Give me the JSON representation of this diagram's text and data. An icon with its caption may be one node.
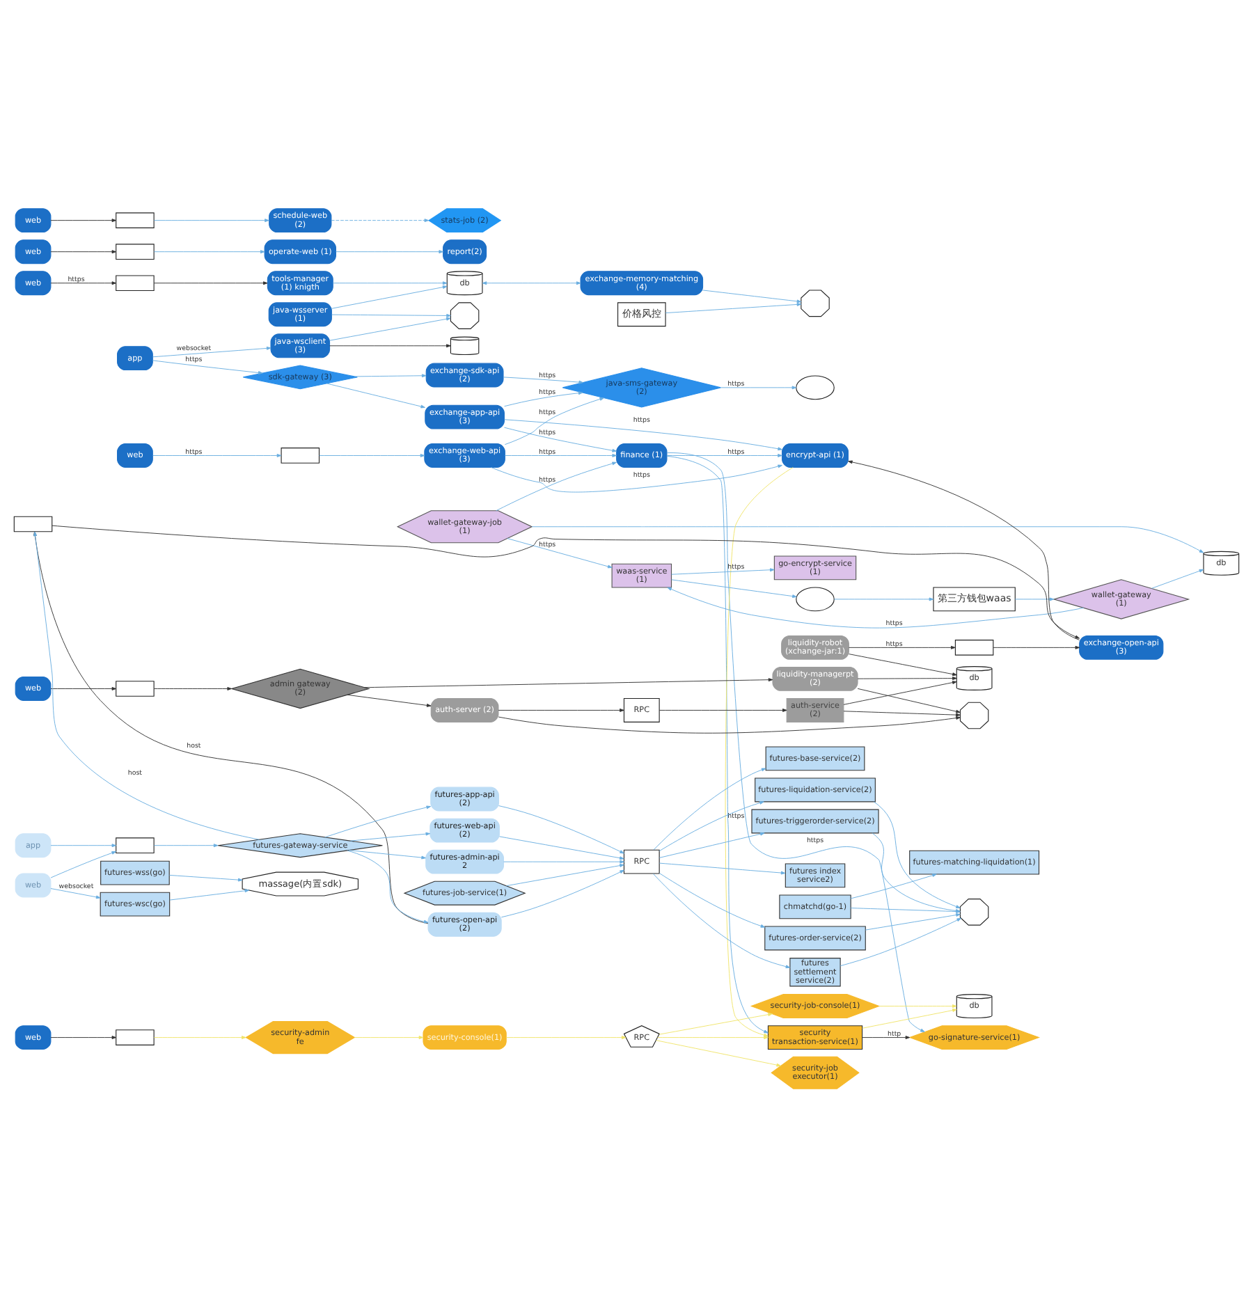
{
  "diagram": {
    "nodes": [
      {
        "text": [
          "web"
        ]
      },
      {
        "text": [],
        "shape": "box"
      },
      {
        "text": [
          "tools-manager (1) knigth"
        ]
      },
      {
        "text": [],
        "shape": "cylinder"
      },
      {
        "text": [
          "app"
        ]
      },
      {
        "text": [
          "java-wsclient (3)"
        ]
      },
      {
        "text": [],
        "shape": "octagon"
      },
      {
        "text": [
          "java-wsserver (1)"
        ]
      },
      {
        "text": [
          "db"
        ]
      },
      {
        "text": [
          "exchange-memory-matching (4)"
        ]
      },
      {
        "text": [],
        "shape": "octagon"
      },
      {
        "text": [
          "价格风控"
        ]
      },
      {
        "text": [
          "sdk-gateway (3)"
        ]
      },
      {
        "text": [
          "exchange-sdk-api (2)"
        ]
      },
      {
        "text": [
          "java-sms-gateway (2)"
        ]
      },
      {
        "text": [],
        "shape": "cloud"
      },
      {
        "text": [
          "exchange-app-api (3)"
        ]
      },
      {
        "text": [
          "finance (1)"
        ]
      },
      {
        "text": [
          "wallet-gateway-job (1)"
        ]
      },
      {
        "text": [
          "db"
        ]
      },
      {
        "text": [
          "web"
        ]
      },
      {
        "text": [],
        "shape": "box"
      },
      {
        "text": [
          "exchange-web-api (3)"
        ]
      },
      {
        "text": [
          "encrypt-api (1)"
        ]
      },
      {
        "text": [
          "go-encrypt-service (1)"
        ]
      },
      {
        "text": [
          "waas-service (1)"
        ]
      },
      {
        "text": [],
        "shape": "cloud"
      },
      {
        "text": [
          "wallet-gateway (1)"
        ]
      },
      {
        "text": [
          "第三方钱包waas"
        ]
      },
      {
        "text": [
          "web"
        ]
      },
      {
        "text": [],
        "shape": "box"
      },
      {
        "text": [
          "operate-web (1)"
        ]
      },
      {
        "text": [
          "report(2)"
        ]
      },
      {
        "text": [
          "web"
        ]
      },
      {
        "text": [],
        "shape": "box"
      },
      {
        "text": [
          "schedule-web (2)"
        ]
      },
      {
        "text": [
          "stats-job (2)"
        ]
      },
      {
        "text": [
          "security transaction-service(1)"
        ]
      },
      {
        "text": [
          "go-signature-service(1)"
        ]
      },
      {
        "text": [
          "web"
        ]
      },
      {
        "text": [],
        "shape": "box"
      },
      {
        "text": [
          "security-admin fe"
        ]
      },
      {
        "text": [
          "security-console(1)"
        ]
      },
      {
        "text": [
          "RPC"
        ]
      },
      {
        "text": [
          "security-job executor(1)"
        ]
      },
      {
        "text": [
          "db"
        ]
      },
      {
        "text": [
          "security-job-console(1)"
        ]
      },
      {
        "text": [
          "exchange-open-api (3)"
        ]
      },
      {
        "text": [],
        "shape": "box"
      },
      {
        "text": [
          "liquidity-robot (xchange-jar:1)"
        ]
      },
      {
        "text": [
          "liquidity-managerpt (2)"
        ]
      },
      {
        "text": [
          "db"
        ]
      },
      {
        "text": [],
        "shape": "octagon"
      },
      {
        "text": [
          "web"
        ]
      },
      {
        "text": [],
        "shape": "box"
      },
      {
        "text": [
          "admin gateway (2)"
        ]
      },
      {
        "text": [
          "auth-server (2)"
        ]
      },
      {
        "text": [
          "RPC"
        ]
      },
      {
        "text": [
          "auth-service (2)"
        ]
      },
      {
        "text": [],
        "shape": "box"
      },
      {
        "text": [
          "futures-open-api (2)"
        ]
      },
      {
        "text": [
          "futures-app-api (2)"
        ]
      },
      {
        "text": [
          "app"
        ]
      },
      {
        "text": [
          "futures-gateway-service"
        ]
      },
      {
        "text": [
          "futures-web-api (2)"
        ]
      },
      {
        "text": [],
        "shape": "box"
      },
      {
        "text": [
          "web"
        ]
      },
      {
        "text": [
          "futures-admin-api 2"
        ]
      },
      {
        "text": [
          "RPC"
        ]
      },
      {
        "text": [
          "futures-base-service(2)"
        ]
      },
      {
        "text": [
          "futures index service2)"
        ]
      },
      {
        "text": [
          "futures-order-service(2)"
        ]
      },
      {
        "text": [
          "futures-liquidation-service(2)"
        ]
      },
      {
        "text": [
          "futures-triggerorder-service(2)"
        ]
      },
      {
        "text": [
          "futures settlement service(2)"
        ]
      },
      {
        "text": [],
        "shape": "octagon"
      },
      {
        "text": [
          "chmatchd(go-1)"
        ]
      },
      {
        "text": [
          "futures-matching-liquidation(1)"
        ]
      },
      {
        "text": [
          "futures-job-service(1)"
        ]
      },
      {
        "text": [
          "futures-wsc(go)"
        ]
      },
      {
        "text": [
          "massage(内置sdk)"
        ]
      },
      {
        "text": [
          "futures-wss(go)"
        ]
      }
    ],
    "edges": [
      {
        "from": 0,
        "to": 1,
        "arrow": "to",
        "label": "https",
        "color": "#333333"
      },
      {
        "from": 1,
        "to": 2,
        "arrow": "to",
        "color": "#333333"
      },
      {
        "from": 2,
        "to": 8,
        "arrow": "to"
      },
      {
        "from": 5,
        "to": 3,
        "arrow": "to",
        "color": "#333333"
      },
      {
        "from": 4,
        "to": 5,
        "arrow": "to",
        "label": "websocket"
      },
      {
        "from": 5,
        "to": 6,
        "arrow": "to"
      },
      {
        "from": 7,
        "to": 6,
        "arrow": "to"
      },
      {
        "from": 7,
        "to": 8,
        "arrow": "to"
      },
      {
        "from": 8,
        "to": 9,
        "arrow": "both"
      },
      {
        "from": 9,
        "to": 10,
        "arrow": "to"
      },
      {
        "from": 11,
        "to": 10,
        "arrow": "to"
      },
      {
        "from": 4,
        "to": 12,
        "arrow": "to",
        "label": "https"
      },
      {
        "from": 12,
        "to": 13,
        "arrow": "to"
      },
      {
        "from": 12,
        "to": 16,
        "arrow": "to"
      },
      {
        "from": 13,
        "to": 14,
        "arrow": "to",
        "label": "https"
      },
      {
        "from": 14,
        "to": 15,
        "arrow": "to",
        "label": "https"
      },
      {
        "from": 16,
        "to": 14,
        "arrow": "to",
        "label": "https"
      },
      {
        "from": 16,
        "to": 17,
        "arrow": "to",
        "label": "https"
      },
      {
        "from": 16,
        "to": 23,
        "arrow": "to",
        "label": "https"
      },
      {
        "from": 17,
        "to": 23,
        "arrow": "to",
        "label": "https"
      },
      {
        "from": 18,
        "to": 17,
        "arrow": "to",
        "label": "https"
      },
      {
        "from": 18,
        "to": 19,
        "arrow": "to"
      },
      {
        "from": 18,
        "to": 25,
        "arrow": "to",
        "label": "https"
      },
      {
        "from": 25,
        "to": 24,
        "arrow": "to",
        "label": "https"
      },
      {
        "from": 25,
        "to": 26,
        "arrow": "to"
      },
      {
        "from": 27,
        "to": 25,
        "arrow": "to",
        "label": "https"
      },
      {
        "from": 27,
        "to": 19,
        "arrow": "to"
      },
      {
        "from": 26,
        "to": 28,
        "arrow": "to"
      },
      {
        "from": 28,
        "to": 27,
        "arrow": "to"
      },
      {
        "from": 20,
        "to": 21,
        "arrow": "to",
        "label": "https"
      },
      {
        "from": 21,
        "to": 22,
        "arrow": "to"
      },
      {
        "from": 22,
        "to": 14,
        "arrow": "to",
        "label": "https"
      },
      {
        "from": 22,
        "to": 17,
        "arrow": "to",
        "label": "https"
      },
      {
        "from": 22,
        "to": 23,
        "arrow": "to",
        "label": "https"
      },
      {
        "from": 17,
        "to": 37,
        "arrow": "to",
        "label": "https"
      },
      {
        "from": 17,
        "to": 38,
        "arrow": "to",
        "label": "https"
      },
      {
        "from": 29,
        "to": 30,
        "arrow": "to",
        "color": "#333333"
      },
      {
        "from": 30,
        "to": 31,
        "arrow": "to"
      },
      {
        "from": 31,
        "to": 32,
        "arrow": "to"
      },
      {
        "from": 33,
        "to": 34,
        "arrow": "to",
        "color": "#333333"
      },
      {
        "from": 34,
        "to": 35,
        "arrow": "to"
      },
      {
        "from": 35,
        "to": 36,
        "arrow": "to",
        "style": "dashed"
      },
      {
        "from": 39,
        "to": 40,
        "arrow": "to",
        "color": "#333333"
      },
      {
        "from": 40,
        "to": 41,
        "arrow": "to",
        "color": "#f0e46a"
      },
      {
        "from": 41,
        "to": 42,
        "arrow": "to",
        "color": "#f0e46a"
      },
      {
        "from": 42,
        "to": 43,
        "arrow": "to",
        "color": "#f0e46a"
      },
      {
        "from": 43,
        "to": 37,
        "arrow": "to",
        "color": "#f0e46a"
      },
      {
        "from": 43,
        "to": 44,
        "arrow": "to",
        "color": "#f0e46a"
      },
      {
        "from": 43,
        "to": 46,
        "arrow": "to",
        "color": "#f0e46a"
      },
      {
        "from": 37,
        "to": 38,
        "arrow": "to",
        "label": "http",
        "color": "#333333"
      },
      {
        "from": 37,
        "to": 45,
        "arrow": "to",
        "color": "#f0e46a"
      },
      {
        "from": 46,
        "to": 45,
        "arrow": "to",
        "color": "#f0e46a"
      },
      {
        "from": 23,
        "to": 37,
        "arrow": "to",
        "color": "#f0e46a"
      },
      {
        "from": 47,
        "to": 23,
        "arrow": "to",
        "color": "#333333"
      },
      {
        "from": 48,
        "to": 47,
        "arrow": "to",
        "color": "#333333"
      },
      {
        "from": 49,
        "to": 48,
        "arrow": "to",
        "label": "https",
        "color": "#333333"
      },
      {
        "from": 49,
        "to": 51,
        "arrow": "to",
        "color": "#333333"
      },
      {
        "from": 50,
        "to": 51,
        "arrow": "to",
        "color": "#333333"
      },
      {
        "from": 58,
        "to": 51,
        "arrow": "to",
        "color": "#333333"
      },
      {
        "from": 55,
        "to": 50,
        "arrow": "to",
        "color": "#333333"
      },
      {
        "from": 55,
        "to": 56,
        "arrow": "to",
        "color": "#333333"
      },
      {
        "from": 56,
        "to": 57,
        "arrow": "to",
        "color": "#333333"
      },
      {
        "from": 57,
        "to": 58,
        "arrow": "to",
        "color": "#333333"
      },
      {
        "from": 50,
        "to": 52,
        "arrow": "to",
        "color": "#333333"
      },
      {
        "from": 56,
        "to": 52,
        "arrow": "to",
        "color": "#333333"
      },
      {
        "from": 58,
        "to": 52,
        "arrow": "to",
        "color": "#333333"
      },
      {
        "from": 53,
        "to": 54,
        "arrow": "to",
        "color": "#333333"
      },
      {
        "from": 54,
        "to": 55,
        "arrow": "to",
        "color": "#333333"
      },
      {
        "from": 59,
        "to": 47,
        "arrow": "to",
        "color": "#333333"
      },
      {
        "from": 63,
        "to": 59,
        "arrow": "to",
        "label": "host"
      },
      {
        "from": 60,
        "to": 59,
        "arrow": "to",
        "label": "host",
        "color": "#333333"
      },
      {
        "from": 62,
        "to": 65,
        "arrow": "to"
      },
      {
        "from": 66,
        "to": 65,
        "arrow": "to"
      },
      {
        "from": 65,
        "to": 63,
        "arrow": "to"
      },
      {
        "from": 63,
        "to": 60,
        "arrow": "to"
      },
      {
        "from": 63,
        "to": 61,
        "arrow": "to"
      },
      {
        "from": 63,
        "to": 64,
        "arrow": "to"
      },
      {
        "from": 63,
        "to": 67,
        "arrow": "to"
      },
      {
        "from": 60,
        "to": 68,
        "arrow": "to"
      },
      {
        "from": 61,
        "to": 68,
        "arrow": "to"
      },
      {
        "from": 64,
        "to": 68,
        "arrow": "to"
      },
      {
        "from": 67,
        "to": 68,
        "arrow": "to"
      },
      {
        "from": 78,
        "to": 68,
        "arrow": "to"
      },
      {
        "from": 68,
        "to": 69,
        "arrow": "to"
      },
      {
        "from": 68,
        "to": 70,
        "arrow": "to"
      },
      {
        "from": 68,
        "to": 71,
        "arrow": "to"
      },
      {
        "from": 68,
        "to": 72,
        "arrow": "to"
      },
      {
        "from": 68,
        "to": 73,
        "arrow": "to"
      },
      {
        "from": 68,
        "to": 74,
        "arrow": "to"
      },
      {
        "from": 71,
        "to": 75,
        "arrow": "to"
      },
      {
        "from": 72,
        "to": 75,
        "arrow": "to"
      },
      {
        "from": 73,
        "to": 75,
        "arrow": "to"
      },
      {
        "from": 74,
        "to": 75,
        "arrow": "to"
      },
      {
        "from": 76,
        "to": 75,
        "arrow": "to"
      },
      {
        "from": 76,
        "to": 77,
        "arrow": "to"
      },
      {
        "from": 66,
        "to": 79,
        "arrow": "to",
        "label": "websocket"
      },
      {
        "from": 79,
        "to": 80,
        "arrow": "to"
      },
      {
        "from": 81,
        "to": 80,
        "arrow": "to"
      }
    ]
  }
}
